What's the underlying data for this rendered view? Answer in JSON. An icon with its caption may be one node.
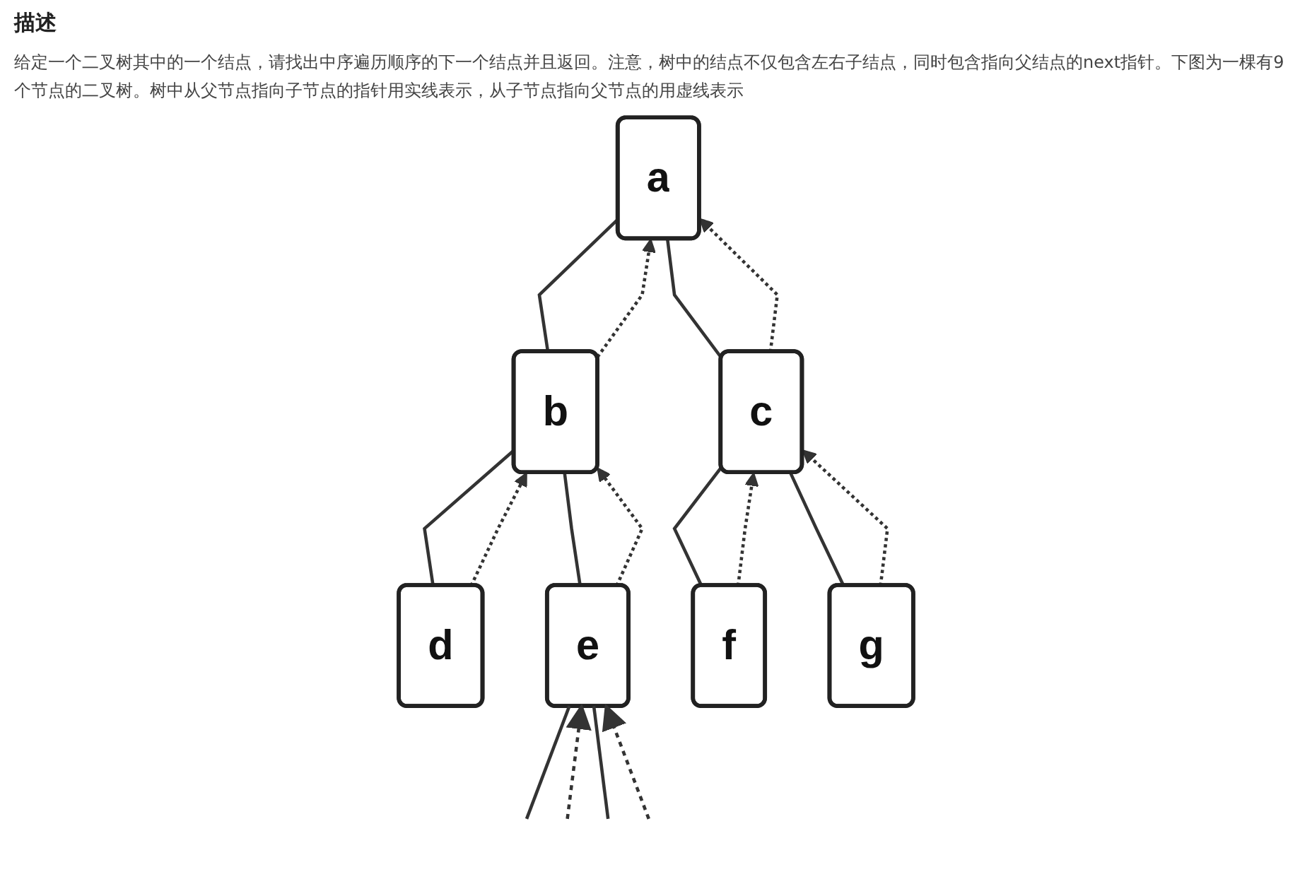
{
  "diagram": {
    "title": "描述",
    "nodes": [
      {
        "text": [
          "a"
        ]
      },
      {
        "text": [
          "b"
        ]
      },
      {
        "text": [
          "c"
        ]
      },
      {
        "text": [
          "d"
        ]
      },
      {
        "text": [
          "e"
        ]
      },
      {
        "text": [
          "f"
        ]
      },
      {
        "text": [
          "g"
        ]
      }
    ],
    "edges": [
      {
        "from": 0,
        "to": 1,
        "arrow": "none"
      },
      {
        "from": 1,
        "to": 0,
        "arrow": "to",
        "style": "dashed"
      },
      {
        "from": 0,
        "to": 2,
        "arrow": "none"
      },
      {
        "from": 2,
        "to": 0,
        "arrow": "to",
        "style": "dashed"
      },
      {
        "from": 1,
        "to": 3,
        "arrow": "none"
      },
      {
        "from": 3,
        "to": 1,
        "arrow": "to",
        "style": "dashed"
      },
      {
        "from": 1,
        "to": 4,
        "arrow": "none"
      },
      {
        "from": 4,
        "to": 1,
        "arrow": "to",
        "style": "dashed"
      },
      {
        "from": 2,
        "to": 5,
        "arrow": "none"
      },
      {
        "from": 5,
        "to": 2,
        "arrow": "to",
        "style": "dashed"
      },
      {
        "from": 2,
        "to": 6,
        "arrow": "none"
      },
      {
        "from": 6,
        "to": 2,
        "arrow": "to",
        "style": "dashed"
      },
      {
        "from": 4,
        "to": null,
        "arrow": "none"
      },
      {
        "from": null,
        "to": 4,
        "arrow": "to",
        "style": "dashed"
      },
      {
        "from": 4,
        "to": null,
        "arrow": "none"
      },
      {
        "from": null,
        "to": 4,
        "arrow": "to",
        "style": "dashed"
      }
    ],
    "labels": [
      "给定一个二叉树其中的一个结点，请找出中序遍历顺序的下一个结点并且返回。注意，树中的结点不仅包含左右子结点，同时包含指向父结点的next指针。下图为一棵有9个节点的二叉树。树中从父节点指向子节点的指针用实线表示，从子节点指向父节点的用虚线表示"
    ]
  }
}
